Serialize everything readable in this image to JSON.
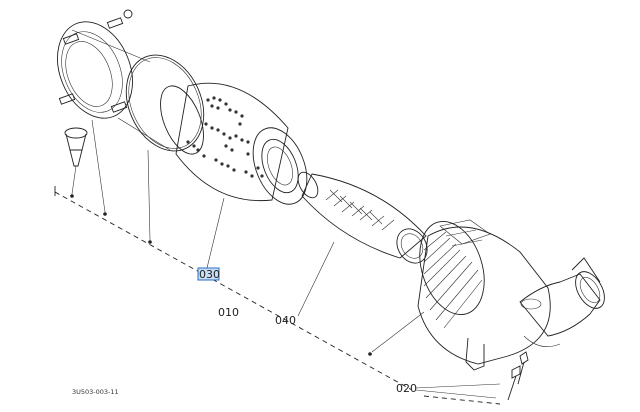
{
  "callouts": {
    "c030": "030",
    "c010": "010",
    "c040": "040",
    "c020": "020"
  },
  "drawing_number": "3U503-003-11",
  "colors": {
    "highlight_fill": "#c8dcf4",
    "highlight_stroke": "#2a6fc4",
    "line": "#222222"
  }
}
